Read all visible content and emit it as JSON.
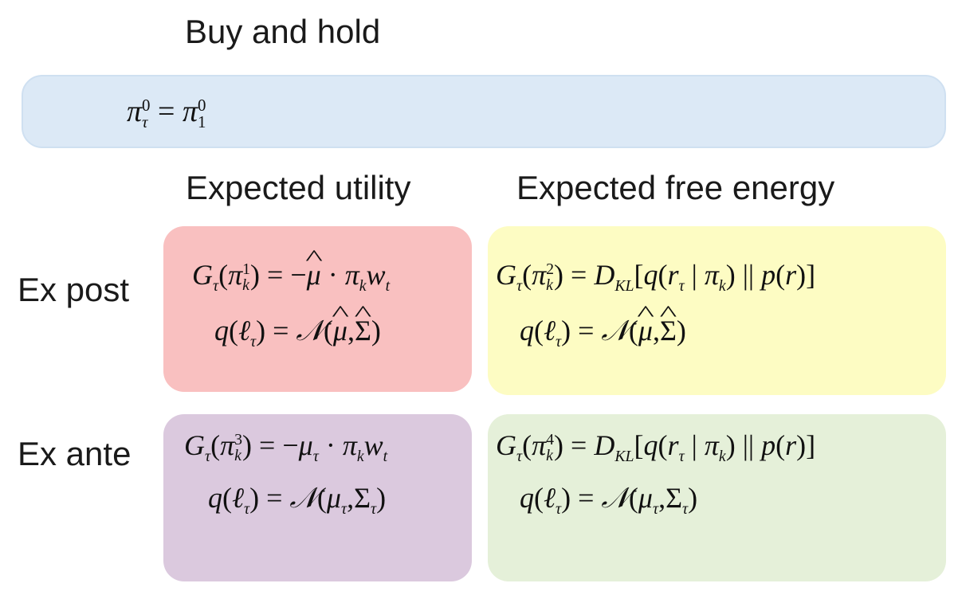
{
  "headings": {
    "top": "Buy and hold",
    "col1": "Expected utility",
    "col2": "Expected free energy"
  },
  "rows": {
    "ex_post": "Ex post",
    "ex_ante": "Ex ante"
  },
  "colors": {
    "top_box": "#dce9f6",
    "ex_post_utility": "#f9c0c0",
    "ex_post_free_energy": "#fdfcc3",
    "ex_ante_utility": "#dbc9de",
    "ex_ante_free_energy": "#e5f0d9"
  },
  "equations": {
    "top": "π_τ^0 = π_1^0",
    "eu_post_1": "G_τ(π_k^1) = −μ̂ · π_k w_t",
    "eu_post_2": "q(ℓ_τ) = 𝒩(μ̂, Σ̂)",
    "efe_post_1": "G_τ(π_k^2) = D_KL[q(r_τ | π_k) || p(r)]",
    "efe_post_2": "q(ℓ_τ) = 𝒩(μ̂, Σ̂)",
    "eu_ante_1": "G_τ(π_k^3) = −μ_τ · π_k w_t",
    "eu_ante_2": "q(ℓ_τ) = 𝒩(μ_τ, Σ_τ)",
    "efe_ante_1": "G_τ(π_k^4) = D_KL[q(r_τ | π_k) || p(r)]",
    "efe_ante_2": "q(ℓ_τ) = 𝒩(μ_τ, Σ_τ)"
  }
}
